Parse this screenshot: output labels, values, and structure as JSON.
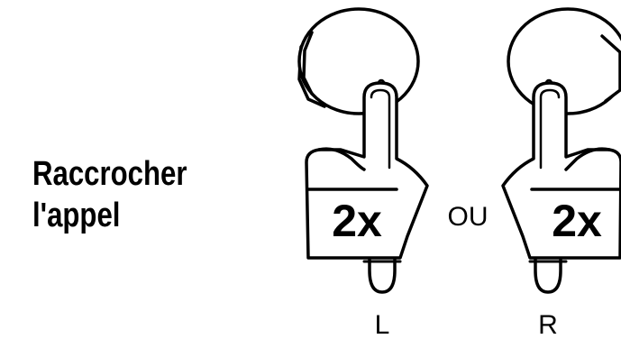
{
  "instruction": {
    "line1": "Raccrocher",
    "line2": "l'appel"
  },
  "gesture": {
    "tap_count_left": "2x",
    "tap_count_right": "2x",
    "separator": "OU"
  },
  "sides": {
    "left": "L",
    "right": "R"
  },
  "icons": [
    "earbud-left-icon",
    "earbud-right-icon",
    "tapping-hand-icon"
  ],
  "colors": {
    "ink": "#000000",
    "background": "#ffffff"
  }
}
